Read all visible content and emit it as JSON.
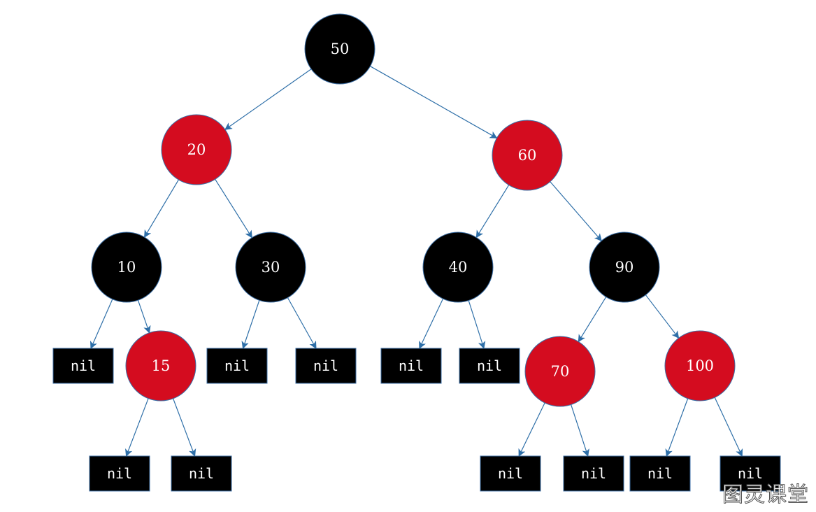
{
  "tree": {
    "nodes": [
      {
        "id": "n50",
        "label": "50",
        "color": "black"
      },
      {
        "id": "n20",
        "label": "20",
        "color": "red"
      },
      {
        "id": "n60",
        "label": "60",
        "color": "red"
      },
      {
        "id": "n10",
        "label": "10",
        "color": "black"
      },
      {
        "id": "n30",
        "label": "30",
        "color": "black"
      },
      {
        "id": "n40",
        "label": "40",
        "color": "black"
      },
      {
        "id": "n90",
        "label": "90",
        "color": "black"
      },
      {
        "id": "n15",
        "label": "15",
        "color": "red"
      },
      {
        "id": "n70",
        "label": "70",
        "color": "red"
      },
      {
        "id": "n100",
        "label": "100",
        "color": "red"
      }
    ],
    "nil_label": "nil",
    "colors": {
      "red": "#d40c1f",
      "black": "#000000",
      "edge": "#2e6fa8",
      "nil_fill": "#000000",
      "node_stroke": "#3b6ea5"
    }
  },
  "watermark": "图灵课堂"
}
